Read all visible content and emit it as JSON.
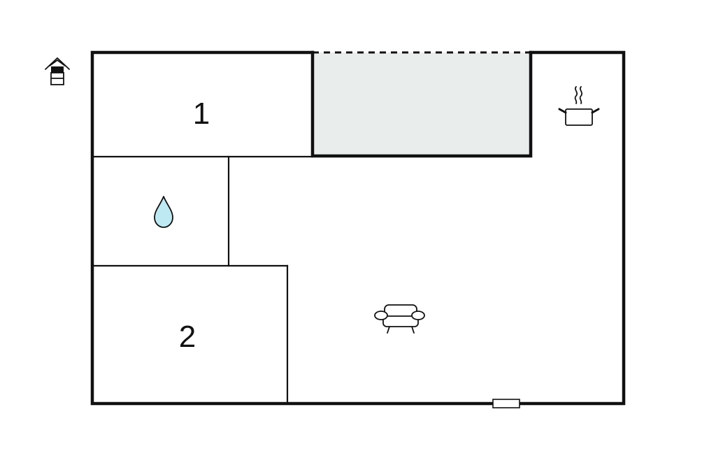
{
  "rooms": [
    {
      "id": "bedroom-1",
      "label": "1"
    },
    {
      "id": "bedroom-2",
      "label": "2"
    }
  ],
  "icons": [
    {
      "id": "house-entrance",
      "name": "house-icon"
    },
    {
      "id": "bathroom",
      "name": "water-drop-icon"
    },
    {
      "id": "kitchen",
      "name": "cooking-pot-icon"
    },
    {
      "id": "living-room",
      "name": "sofa-icon"
    }
  ],
  "colors": {
    "wall": "#111111",
    "terrace_fill": "#e9eeed",
    "water_drop": "#bfe9f2",
    "background": "#ffffff"
  }
}
